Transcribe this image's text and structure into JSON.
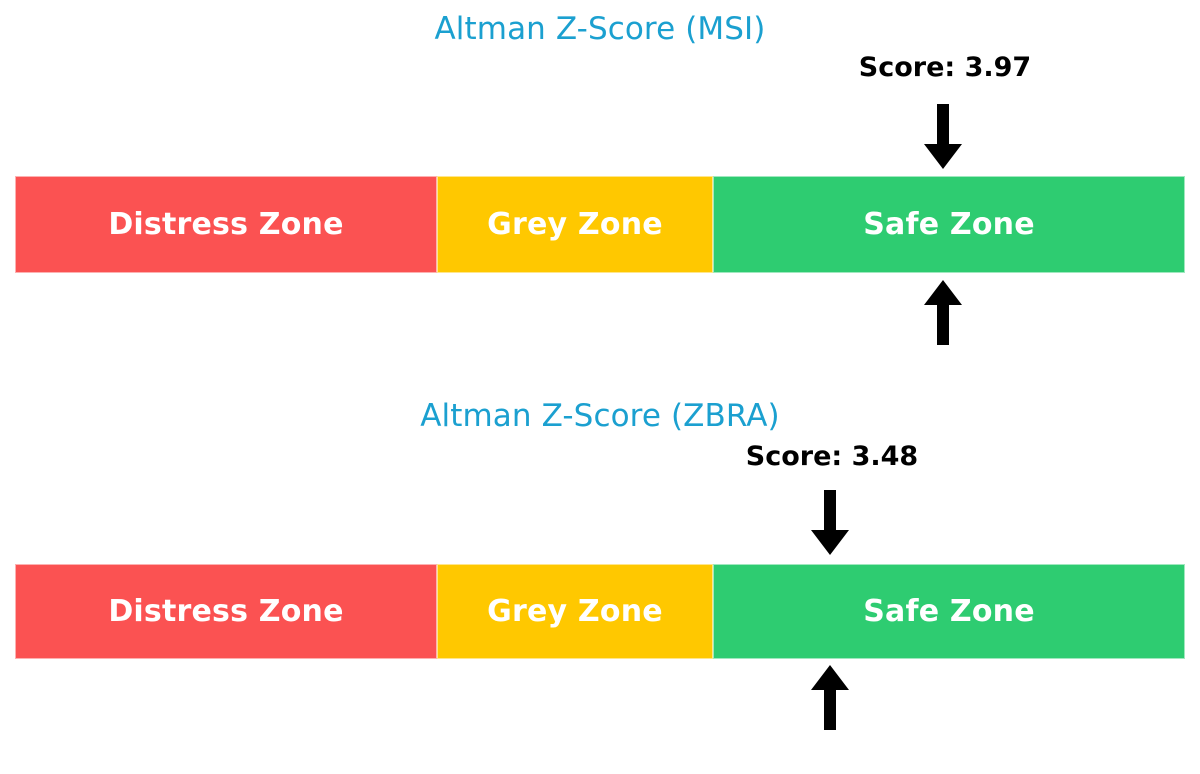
{
  "chart_data": [
    {
      "type": "bar",
      "title": "Altman Z-Score (MSI)",
      "orientation": "horizontal-stacked",
      "categories": [
        "Distress Zone",
        "Grey Zone",
        "Safe Zone"
      ],
      "values": [
        1.8,
        1.18,
        2.02
      ],
      "xlabel": "",
      "ylabel": "",
      "xlim": [
        0,
        5
      ],
      "grid": false,
      "legend": "none",
      "colors": [
        "#fb5252",
        "#ffc800",
        "#2ecc71"
      ],
      "annotations": [
        {
          "label": "Score: 3.97",
          "value": 3.97,
          "zone": "Safe Zone",
          "marker": "double-arrow"
        }
      ]
    },
    {
      "type": "bar",
      "title": "Altman Z-Score (ZBRA)",
      "orientation": "horizontal-stacked",
      "categories": [
        "Distress Zone",
        "Grey Zone",
        "Safe Zone"
      ],
      "values": [
        1.8,
        1.18,
        2.02
      ],
      "xlabel": "",
      "ylabel": "",
      "xlim": [
        0,
        5
      ],
      "grid": false,
      "legend": "none",
      "colors": [
        "#fb5252",
        "#ffc800",
        "#2ecc71"
      ],
      "annotations": [
        {
          "label": "Score: 3.48",
          "value": 3.48,
          "zone": "Safe Zone",
          "marker": "double-arrow"
        }
      ]
    }
  ],
  "panels": [
    {
      "title": "Altman Z-Score (MSI)",
      "score_label": "Score: 3.97",
      "zones": [
        {
          "label": "Distress Zone",
          "color": "#fb5252"
        },
        {
          "label": "Grey Zone",
          "color": "#ffc800"
        },
        {
          "label": "Safe Zone",
          "color": "#2ecc71"
        }
      ]
    },
    {
      "title": "Altman Z-Score (ZBRA)",
      "score_label": "Score: 3.48",
      "zones": [
        {
          "label": "Distress Zone",
          "color": "#fb5252"
        },
        {
          "label": "Grey Zone",
          "color": "#ffc800"
        },
        {
          "label": "Safe Zone",
          "color": "#2ecc71"
        }
      ]
    }
  ],
  "colors": {
    "title": "#1ba0d0",
    "distress": "#fb5252",
    "grey": "#ffc800",
    "safe": "#2ecc71",
    "annotation": "#000000",
    "background": "#ffffff",
    "zone_label": "#ffffff"
  }
}
